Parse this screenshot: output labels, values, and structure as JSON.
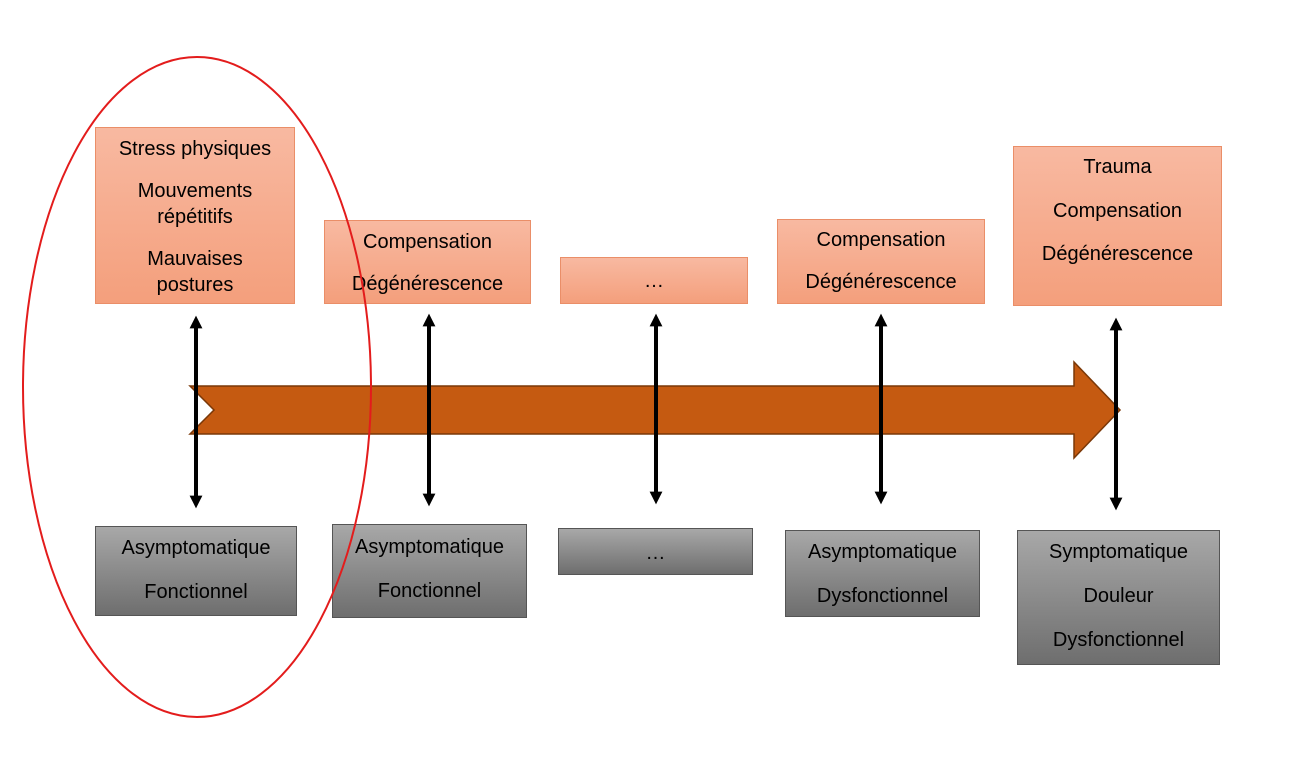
{
  "top_boxes": [
    {
      "lines": [
        "Stress physiques",
        "Mouvements\nrépétitifs",
        "Mauvaises\npostures"
      ]
    },
    {
      "lines": [
        "Compensation",
        "Dégénérescence"
      ]
    },
    {
      "lines": [
        "…"
      ]
    },
    {
      "lines": [
        "Compensation",
        "Dégénérescence"
      ]
    },
    {
      "lines": [
        "Trauma",
        "Compensation",
        "Dégénérescence"
      ]
    }
  ],
  "bottom_boxes": [
    {
      "lines": [
        "Asymptomatique",
        "Fonctionnel"
      ]
    },
    {
      "lines": [
        "Asymptomatique",
        "Fonctionnel"
      ]
    },
    {
      "lines": [
        "…"
      ]
    },
    {
      "lines": [
        "Asymptomatique",
        "Dysfonctionnel"
      ]
    },
    {
      "lines": [
        "Symptomatique",
        "Douleur",
        "Dysfonctionnel"
      ]
    }
  ],
  "colors": {
    "arrow": "#c55a11",
    "top_box": "#f4b183",
    "bottom_box": "#7f7f7f",
    "highlight": "#e31c1c"
  }
}
